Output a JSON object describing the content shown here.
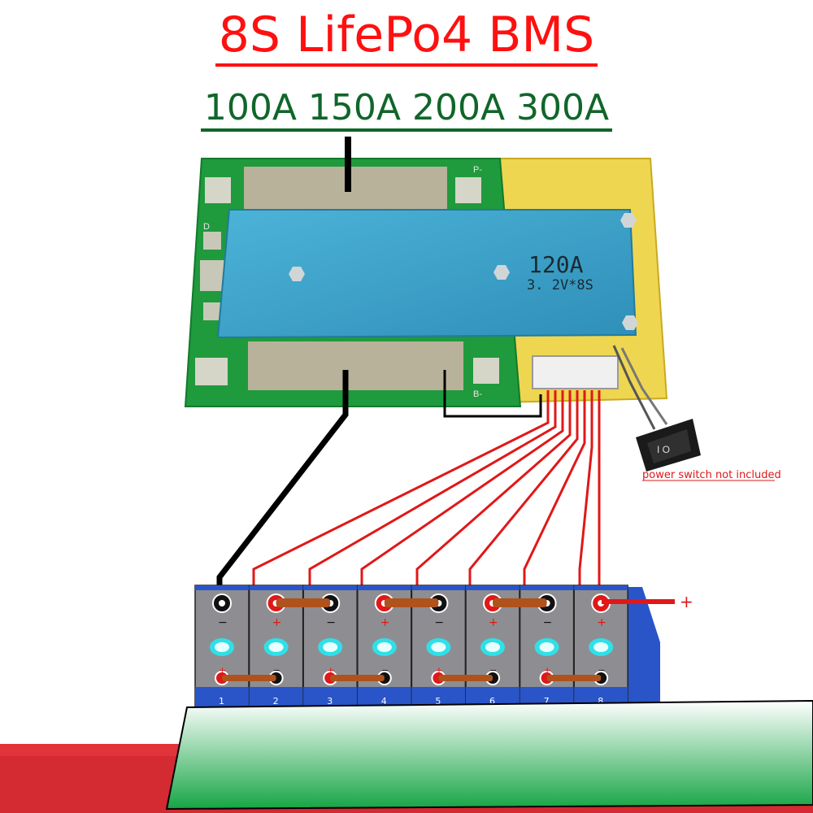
{
  "title": "8S LifePo4 BMS",
  "subtitle": "100A 150A 200A 300A",
  "board": {
    "rating": "120A",
    "spec": "3. 2V*8S",
    "pad_p_minus": "P-",
    "pad_b_minus": "B-",
    "pad_p": "P-",
    "pad_b": "B-",
    "pad_d": "D"
  },
  "switch_note": "power switch not included",
  "plus_label": "+",
  "cells": [
    {
      "number": "1"
    },
    {
      "number": "2"
    },
    {
      "number": "3"
    },
    {
      "number": "4"
    },
    {
      "number": "5"
    },
    {
      "number": "6"
    },
    {
      "number": "7"
    },
    {
      "number": "8"
    }
  ],
  "colors": {
    "title": "#ff1010",
    "subtitle": "#10662a",
    "pcb": "#1f9a3c",
    "heatsink": "#3aa0c8",
    "wire_balance": "#e01818",
    "cell_body": "#8e8e92",
    "cell_base": "#2a55c8",
    "stand_top": "#ffffff",
    "stand_bottom": "#16a545",
    "floor": "#e0343a"
  },
  "icons": [
    "plus-terminal-icon",
    "minus-terminal-icon",
    "power-switch-icon"
  ]
}
